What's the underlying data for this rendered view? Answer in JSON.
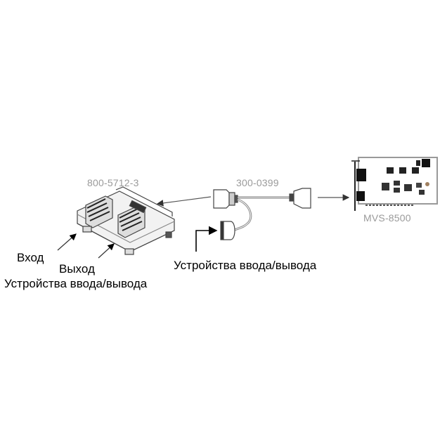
{
  "diagram": {
    "components": {
      "terminal_board": {
        "part_number": "800-5712-3"
      },
      "cable": {
        "part_number": "300-0399"
      },
      "frame_grabber": {
        "part_number": "MVS-8500"
      }
    },
    "labels": {
      "input": "Вход",
      "output": "Выход",
      "io_devices_board": "Устройства ввода/вывода",
      "io_devices_cable": "Устройства ввода/вывода"
    },
    "colors": {
      "background": "#ffffff",
      "part_label": "#9a9a9a",
      "text": "#000000",
      "line": "#555555"
    }
  }
}
